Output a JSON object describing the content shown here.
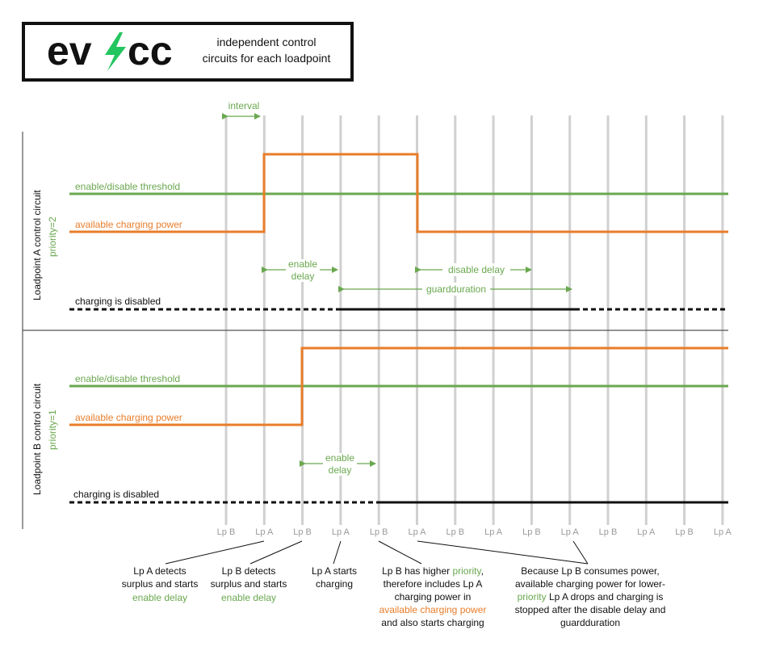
{
  "logo": {
    "text_ev": "ev",
    "text_cc": "cc",
    "tagline_line1": "independent control",
    "tagline_line2": "circuits for each loadpoint"
  },
  "colors": {
    "green": "#6aa84f",
    "orange": "#e87d2a",
    "black": "#111111",
    "grid": "#d0d0d0",
    "bolt": "#22c55e"
  },
  "top_labels": {
    "interval": "interval"
  },
  "panel_a": {
    "title": "Loadpoint A control circuit",
    "priority": "priority=2",
    "threshold": "enable/disable threshold",
    "power": "available charging power",
    "charging": "charging is disabled",
    "enable_delay_1": "enable",
    "enable_delay_2": "delay",
    "disable_delay": "disable delay",
    "guardduration": "guardduration"
  },
  "panel_b": {
    "title": "Loadpoint B control circuit",
    "priority": "priority=1",
    "threshold": "enable/disable threshold",
    "power": "available charging power",
    "charging": "charging is disabled",
    "enable_delay_1": "enable",
    "enable_delay_2": "delay"
  },
  "ticks": [
    "Lp B",
    "Lp A",
    "Lp B",
    "Lp A",
    "Lp B",
    "Lp A",
    "Lp B",
    "Lp A",
    "Lp B",
    "Lp A",
    "Lp B",
    "Lp A",
    "Lp B",
    "Lp A"
  ],
  "notes": {
    "n1": {
      "l1": "Lp A detects",
      "l2": "surplus and starts",
      "l3": "enable delay"
    },
    "n2": {
      "l1": "Lp B detects",
      "l2": "surplus and starts",
      "l3": "enable delay"
    },
    "n3": {
      "l1": "Lp A starts",
      "l2": "charging"
    },
    "n4": {
      "l1a": "Lp B has higher ",
      "l1b": "priority",
      "l1c": ",",
      "l2": "therefore includes Lp A",
      "l3": "charging power in",
      "l4": "available charging power",
      "l5": "and also starts charging"
    },
    "n5": {
      "l1": "Because Lp B consumes power,",
      "l2": "available charging power for lower-",
      "l3a": "priority",
      "l3b": " Lp A drops and charging is",
      "l4": "stopped after the disable delay and",
      "l5": "guardduration"
    }
  }
}
